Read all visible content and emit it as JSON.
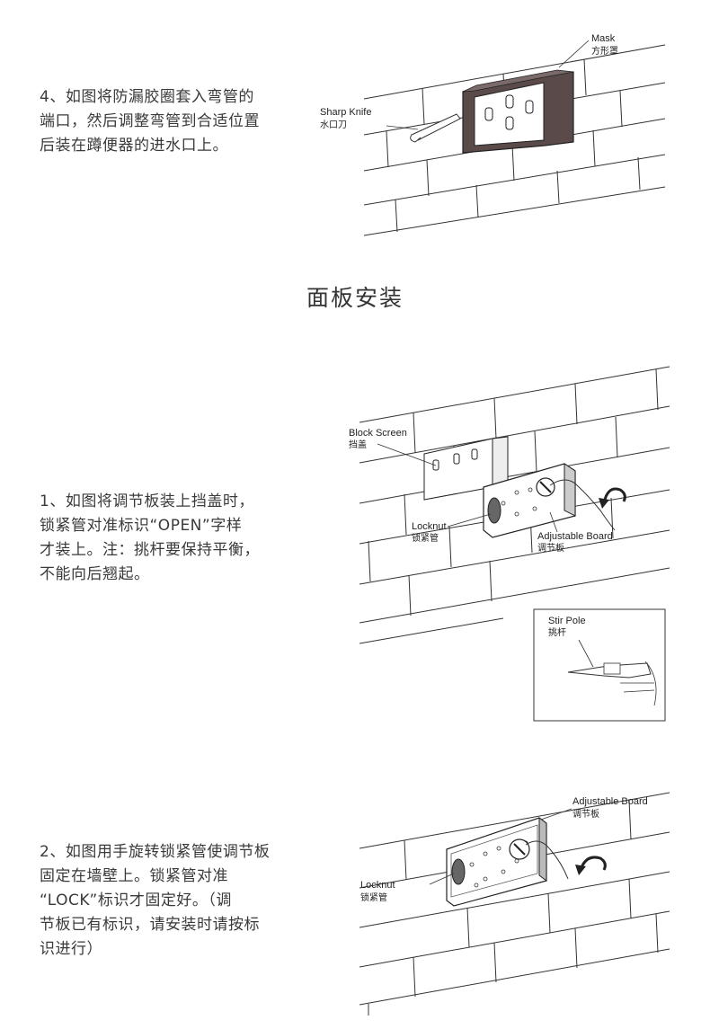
{
  "step4": {
    "lines": [
      "4、如图将防漏胶圈套入弯管的",
      "端口，然后调整弯管到合适位置",
      "后装在蹲便器的进水口上。"
    ]
  },
  "fig1": {
    "mask_en": "Mask",
    "mask_zh": "方形罩",
    "knife_en": "Sharp Knife",
    "knife_zh": "水口刀"
  },
  "section_title": "面板安装",
  "step1": {
    "lines": [
      "1、如图将调节板装上挡盖时，",
      "锁紧管对准标识“OPEN”字样",
      "才装上。注：挑杆要保持平衡，",
      "不能向后翘起。"
    ]
  },
  "fig2": {
    "block_en": "Block Screen",
    "block_zh": "挡盖",
    "locknut_en": "Locknut",
    "locknut_zh": "锁紧管",
    "board_en": "Adjustable Board",
    "board_zh": "调节板",
    "stir_en": "Stir Pole",
    "stir_zh": "挑杆"
  },
  "step2": {
    "lines": [
      "2、如图用手旋转锁紧管使调节板",
      "固定在墙壁上。锁紧管对准",
      "“LOCK”标识才固定好。（调",
      "节板已有标识，请安装时请按标",
      "识进行）"
    ]
  },
  "fig3": {
    "board_en": "Adjustable Board",
    "board_zh": "调节板",
    "locknut_en": "Locknut",
    "locknut_zh": "锁紧管"
  }
}
